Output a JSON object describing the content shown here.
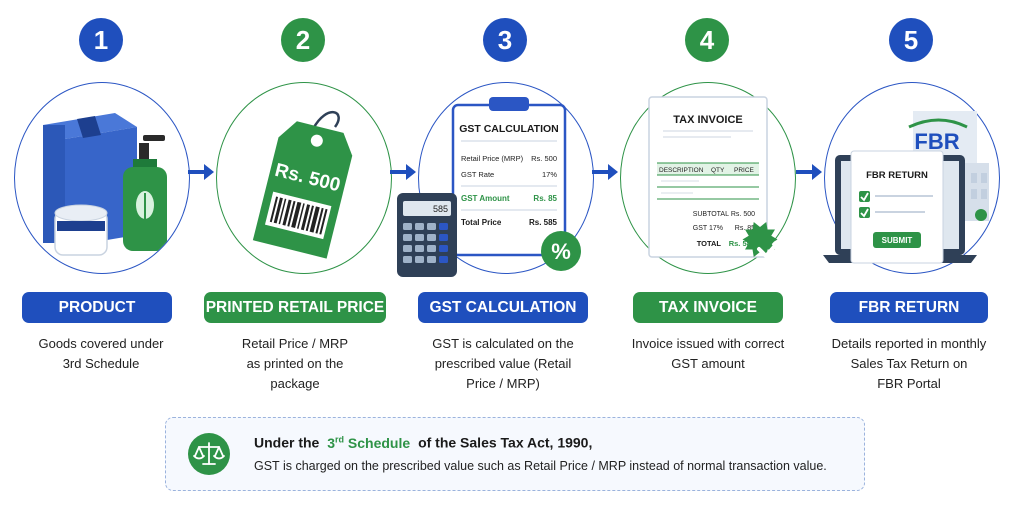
{
  "steps": [
    {
      "number": "1",
      "title": "PRODUCT",
      "desc": [
        "Goods covered under",
        "3rd Schedule"
      ]
    },
    {
      "number": "2",
      "title": "PRINTED RETAIL PRICE",
      "desc": [
        "Retail Price / MRP",
        "as printed on the",
        "package"
      ]
    },
    {
      "number": "3",
      "title": "GST CALCULATION",
      "desc": [
        "GST is calculated on the",
        "prescribed value (Retail",
        "Price / MRP)"
      ]
    },
    {
      "number": "4",
      "title": "TAX INVOICE",
      "desc": [
        "Invoice issued with correct",
        "GST amount"
      ]
    },
    {
      "number": "5",
      "title": "FBR RETURN",
      "desc": [
        "Details reported in monthly",
        "Sales Tax Return on",
        "FBR Portal"
      ]
    }
  ],
  "tag": {
    "price": "Rs. 500"
  },
  "gst_sheet": {
    "title": "GST CALCULATION",
    "rows": [
      {
        "label": "Retail Price (MRP)",
        "value": "Rs. 500"
      },
      {
        "label": "GST Rate",
        "value": "17%"
      },
      {
        "label": "GST Amount",
        "value": "Rs. 85"
      },
      {
        "label": "Total Price",
        "value": "Rs. 585"
      }
    ],
    "calculator_display": "585",
    "percent_badge": "%"
  },
  "invoice": {
    "title": "TAX INVOICE",
    "columns": [
      "DESCRIPTION",
      "QTY",
      "PRICE"
    ],
    "subtotal_label": "SUBTOTAL",
    "subtotal_value": "Rs. 500",
    "gst_label": "GST 17%",
    "gst_value": "Rs. 85",
    "total_label": "TOTAL",
    "total_value": "Rs. 585"
  },
  "fbr": {
    "logo": "FBR",
    "screen_title": "FBR RETURN",
    "submit": "SUBMIT"
  },
  "note": {
    "prefix": "Under the",
    "highlight_main": "3",
    "highlight_sup": "rd",
    "highlight_rest": " Schedule",
    "suffix": "of the Sales Tax Act, 1990,",
    "body": "GST is charged on the prescribed value such as Retail Price / MRP instead of normal transaction value."
  },
  "colors": {
    "blue": "#1f4fbd",
    "green": "#2e9347"
  }
}
